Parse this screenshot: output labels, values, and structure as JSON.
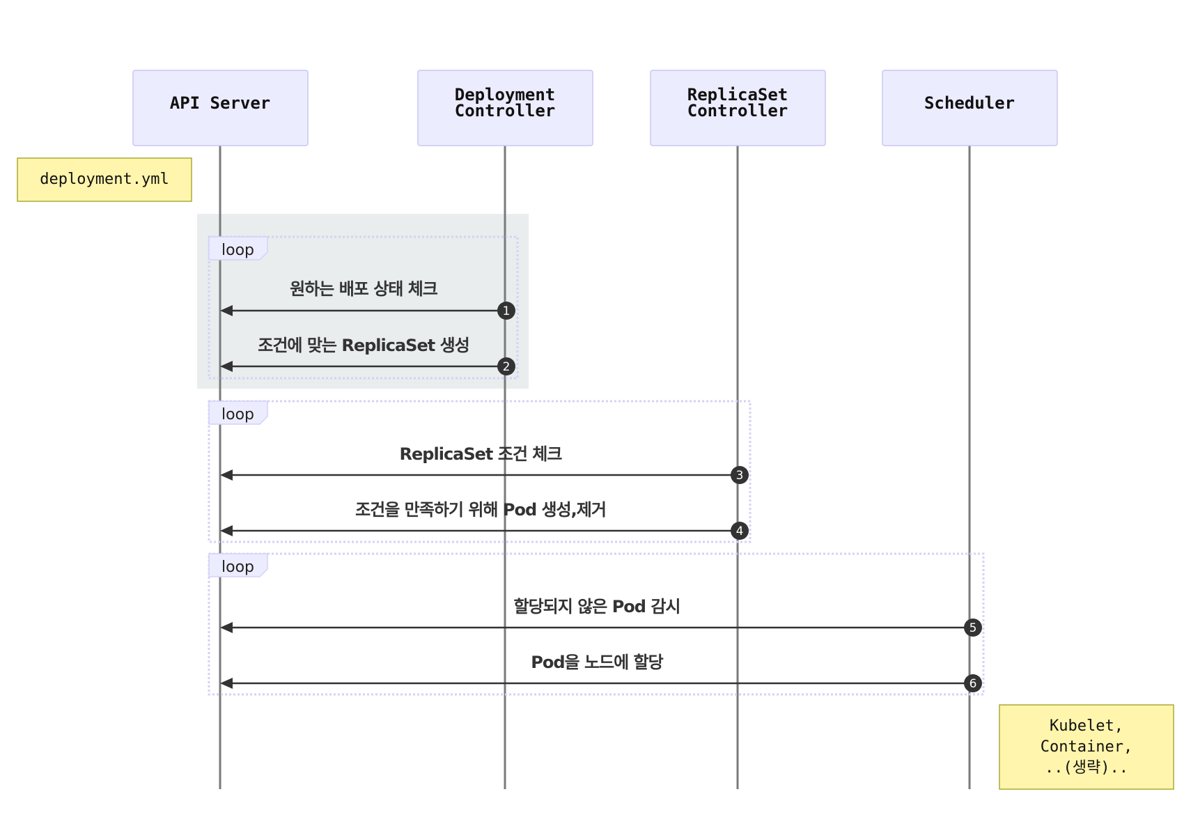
{
  "actors": [
    {
      "id": "api",
      "lines": [
        "API Server"
      ]
    },
    {
      "id": "deploy",
      "lines": [
        "Deployment",
        "Controller"
      ]
    },
    {
      "id": "rs",
      "lines": [
        "ReplicaSet",
        "Controller"
      ]
    },
    {
      "id": "sched",
      "lines": [
        "Scheduler"
      ]
    }
  ],
  "notes": [
    {
      "id": "note-deployment",
      "lines": [
        "deployment.yml"
      ]
    },
    {
      "id": "note-kubelet",
      "lines": [
        "Kubelet,",
        "Container,",
        "..(생략).."
      ]
    }
  ],
  "loops": [
    {
      "label": "loop",
      "highlighted": true
    },
    {
      "label": "loop",
      "highlighted": false
    },
    {
      "label": "loop",
      "highlighted": false
    }
  ],
  "messages": [
    {
      "seq": "1",
      "from": "deploy",
      "to": "api",
      "text": "원하는 배포 상태 체크",
      "loop": 0
    },
    {
      "seq": "2",
      "from": "deploy",
      "to": "api",
      "text": "조건에 맞는 ReplicaSet 생성",
      "loop": 0
    },
    {
      "seq": "3",
      "from": "rs",
      "to": "api",
      "text": "ReplicaSet 조건 체크",
      "loop": 1
    },
    {
      "seq": "4",
      "from": "rs",
      "to": "api",
      "text": "조건을 만족하기 위해 Pod 생성,제거",
      "loop": 1
    },
    {
      "seq": "5",
      "from": "sched",
      "to": "api",
      "text": "할당되지 않은 Pod 감시",
      "loop": 2
    },
    {
      "seq": "6",
      "from": "sched",
      "to": "api",
      "text": "Pod을 노드에 할당",
      "loop": 2
    }
  ],
  "colors": {
    "actor_fill": "#ECECFF",
    "note_fill": "#FFF5AD",
    "highlight_fill": "#E4E8E8",
    "arrow": "#333333"
  }
}
